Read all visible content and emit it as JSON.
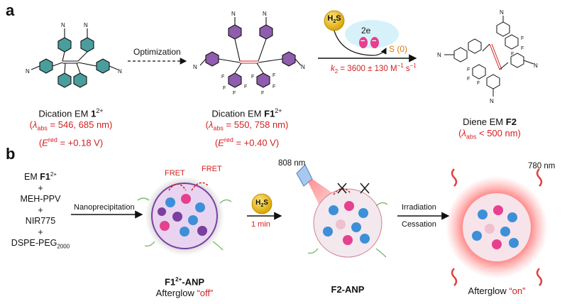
{
  "panel_a": {
    "label": "a",
    "optimization": "Optimization",
    "h2s_badge_main": "H",
    "h2s_badge_sub": "2",
    "h2s_badge_end": "S",
    "electrons": "2e",
    "electron_charge": "−",
    "sulfur_product": "S (0)",
    "rate_k": "k",
    "rate_sub": "2",
    "rate_value": " = 3600 ± 130 M",
    "rate_sup": "−1",
    "rate_end": " s",
    "rate_sup2": "−1",
    "molecule1": {
      "name_prefix": "Dication EM ",
      "name_bold": "1",
      "name_sup": "2+",
      "lambda_line_prefix": "(",
      "lambda": "λ",
      "lambda_sub": "abs",
      "lambda_value": " = 546, 685 nm)",
      "e_line_prefix": "(",
      "e": "E",
      "e_sup": "red",
      "e_value": " = +0.18 V)"
    },
    "molecule2": {
      "name_prefix": "Dication EM ",
      "name_bold": "F1",
      "name_sup": "2+",
      "lambda_line_prefix": "(",
      "lambda": "λ",
      "lambda_sub": "abs",
      "lambda_value": " = 550, 758 nm)",
      "e_line_prefix": "(",
      "e": "E",
      "e_sup": "red",
      "e_value": " = +0.40 V)"
    },
    "molecule3": {
      "name_prefix": "Diene EM ",
      "name_bold": "F2",
      "lambda_line_prefix": "(",
      "lambda": "λ",
      "lambda_sub": "abs",
      "lambda_value": " < 500 nm)"
    }
  },
  "panel_b": {
    "label": "b",
    "components": [
      "EM ",
      "+",
      "MEH-PPV",
      "+",
      "NIR775",
      "+",
      "DSPE-PEG"
    ],
    "component_f1": "F1",
    "component_f1_sup": "2+",
    "component_peg_sub": "2000",
    "nanoprecipitation": "Nanoprecipitation",
    "fret1": "FRET",
    "fret2": "FRET",
    "h2s_time": "1 min",
    "laser_wavelength": "808 nm",
    "irradiation": "Irradiation",
    "cessation": "Cessation",
    "emission_wavelength": "780 nm",
    "np1_name_bold": "F1",
    "np1_name_sup": "2+",
    "np1_name_end": "-ANP",
    "np1_state_prefix": "Afterglow ",
    "np1_state": "“off”",
    "np2_name": "F2-ANP",
    "np3_state_prefix": "Afterglow ",
    "np3_state": "“on”"
  },
  "colors": {
    "teal": "#2a8c8c",
    "purple": "#7b3fa0",
    "red": "#d42020",
    "pink": "#e6408f",
    "blue": "#3d8fd8",
    "gold": "#e8b820"
  }
}
